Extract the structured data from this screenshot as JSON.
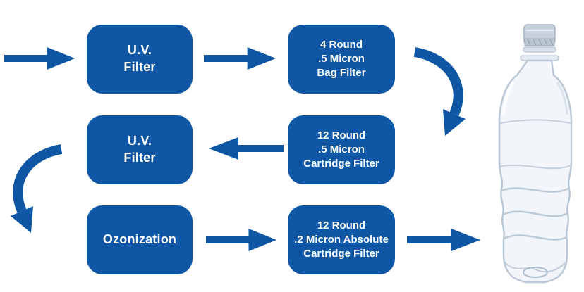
{
  "diagram": {
    "name": "water-purification-flow",
    "colors": {
      "accent_blue": "#0F57A4",
      "label_text": "#FFFFFF",
      "background": "#FFFFFF",
      "bottle_outline": "#B9C7D6",
      "bottle_cap": "#C8D1DC"
    },
    "boxes": {
      "uv1": {
        "line1": "U.V.",
        "line2": "Filter"
      },
      "bag": {
        "line1": "4 Round",
        "line2": ".5 Micron",
        "line3": "Bag Filter"
      },
      "uv2": {
        "line1": "U.V.",
        "line2": "Filter"
      },
      "cart5": {
        "line1": "12 Round",
        "line2": ".5 Micron",
        "line3": "Cartridge Filter"
      },
      "ozon": {
        "line1": "Ozonization"
      },
      "cart2": {
        "line1": "12 Round",
        "line2": ".2 Micron Absolute",
        "line3": "Cartridge Filter"
      }
    },
    "flow_order": "inlet → U.V. Filter → 4 Round .5 Micron Bag Filter → 12 Round .5 Micron Cartridge Filter → U.V. Filter → Ozonization → 12 Round .2 Micron Absolute Cartridge Filter → bottle"
  }
}
